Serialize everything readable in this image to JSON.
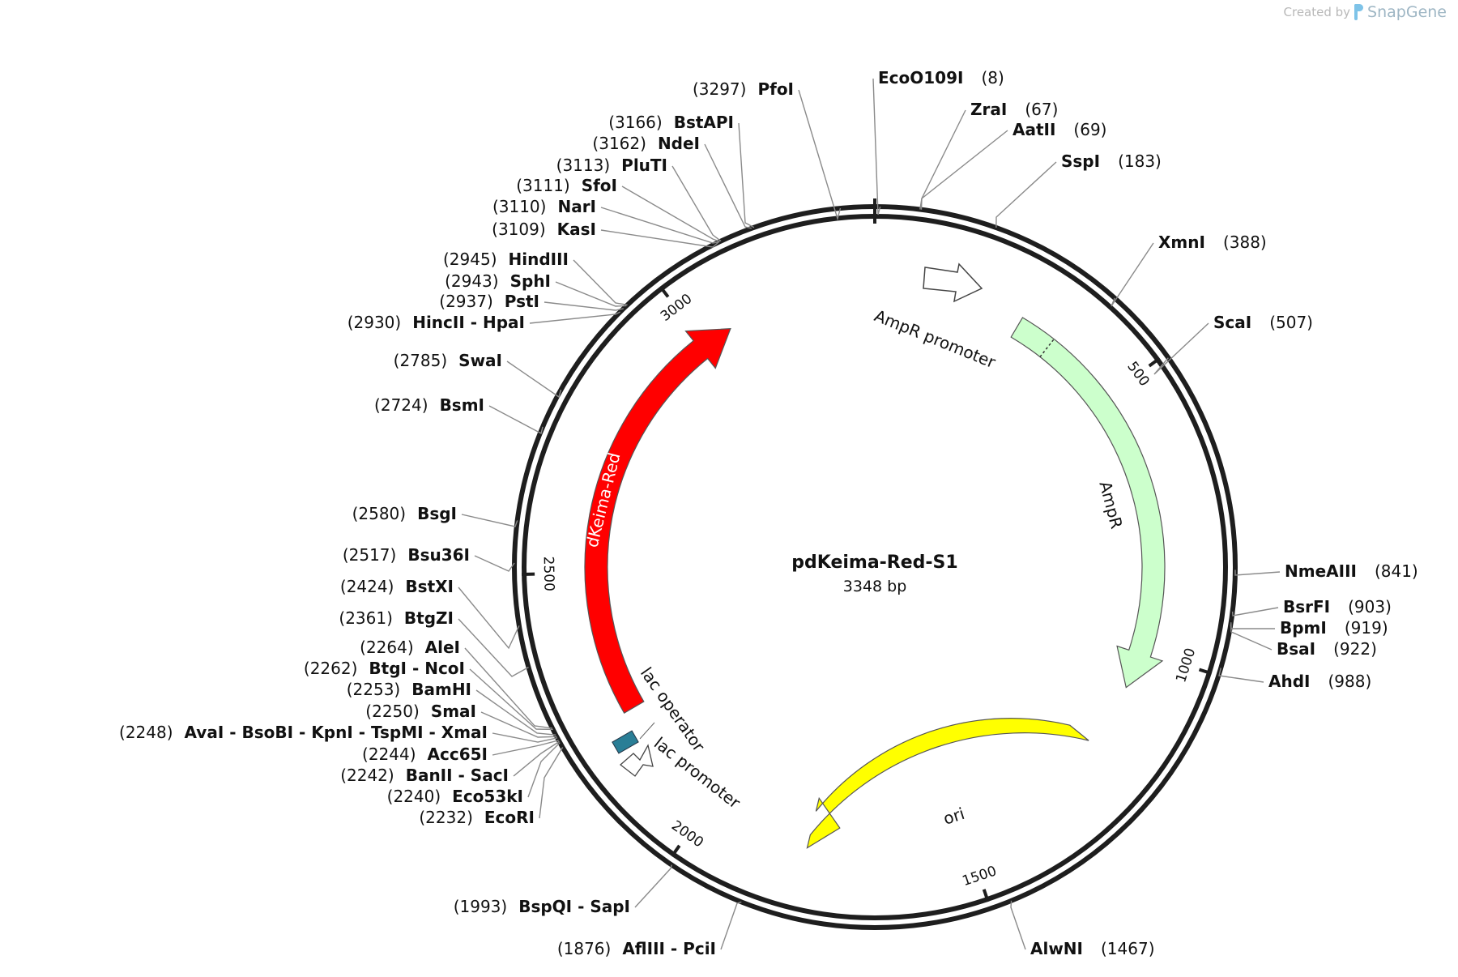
{
  "brand": {
    "created_by": "Created by",
    "app": "SnapGene"
  },
  "plasmid": {
    "name": "pdKeima-Red-S1",
    "length_label": "3348 bp",
    "length": 3348
  },
  "colors": {
    "backbone": "#1e1e1e",
    "ampr": "#ccffcc",
    "dkeima": "#ff0000",
    "ori": "#ffff00",
    "lac_operator": "#2a7e96",
    "leader": "#8a8a8a"
  },
  "ticks": [
    "500",
    "1000",
    "1500",
    "2000",
    "2500",
    "3000"
  ],
  "features": [
    {
      "name": "AmpR promoter",
      "color": "#ffffff",
      "kind": "promoter"
    },
    {
      "name": "AmpR",
      "color": "#ccffcc",
      "kind": "cds"
    },
    {
      "name": "ori",
      "color": "#ffff00",
      "kind": "rep_origin"
    },
    {
      "name": "lac promoter",
      "color": "#ffffff",
      "kind": "promoter"
    },
    {
      "name": "lac operator",
      "color": "#2a7e96",
      "kind": "protein_bind"
    },
    {
      "name": "dKeima-Red",
      "color": "#ff0000",
      "kind": "cds"
    }
  ],
  "sites": [
    {
      "pos": "(8)",
      "label": "EcoO109I",
      "side": "right"
    },
    {
      "pos": "(67)",
      "label": "ZraI",
      "side": "right"
    },
    {
      "pos": "(69)",
      "label": "AatII",
      "side": "right"
    },
    {
      "pos": "(183)",
      "label": "SspI",
      "side": "right"
    },
    {
      "pos": "(388)",
      "label": "XmnI",
      "side": "right"
    },
    {
      "pos": "(507)",
      "label": "ScaI",
      "side": "right"
    },
    {
      "pos": "(841)",
      "label": "NmeAIII",
      "side": "right"
    },
    {
      "pos": "(903)",
      "label": "BsrFI",
      "side": "right"
    },
    {
      "pos": "(919)",
      "label": "BpmI",
      "side": "right"
    },
    {
      "pos": "(922)",
      "label": "BsaI",
      "side": "right"
    },
    {
      "pos": "(988)",
      "label": "AhdI",
      "side": "right"
    },
    {
      "pos": "(1467)",
      "label": "AlwNI",
      "side": "right"
    },
    {
      "pos": "(1876)",
      "label": "AflIII   - PciI",
      "side": "left"
    },
    {
      "pos": "(1993)",
      "label": "BspQI   - SapI",
      "side": "left"
    },
    {
      "pos": "(2232)",
      "label": "EcoRI",
      "side": "left"
    },
    {
      "pos": "(2240)",
      "label": "Eco53kI",
      "side": "left"
    },
    {
      "pos": "(2242)",
      "label": "BanII   - SacI",
      "side": "left"
    },
    {
      "pos": "(2244)",
      "label": "Acc65I",
      "side": "left"
    },
    {
      "pos": "(2248)",
      "label": "AvaI   - BsoBI   - KpnI   - TspMI   - XmaI",
      "side": "left"
    },
    {
      "pos": "(2250)",
      "label": "SmaI",
      "side": "left"
    },
    {
      "pos": "(2253)",
      "label": "BamHI",
      "side": "left"
    },
    {
      "pos": "(2262)",
      "label": "BtgI   - NcoI",
      "side": "left"
    },
    {
      "pos": "(2264)",
      "label": "AleI",
      "side": "left"
    },
    {
      "pos": "(2361)",
      "label": "BtgZI",
      "side": "left"
    },
    {
      "pos": "(2424)",
      "label": "BstXI",
      "side": "left"
    },
    {
      "pos": "(2517)",
      "label": "Bsu36I",
      "side": "left"
    },
    {
      "pos": "(2580)",
      "label": "BsgI",
      "side": "left"
    },
    {
      "pos": "(2724)",
      "label": "BsmI",
      "side": "left"
    },
    {
      "pos": "(2785)",
      "label": "SwaI",
      "side": "left"
    },
    {
      "pos": "(2930)",
      "label": "HincII   - HpaI",
      "side": "left"
    },
    {
      "pos": "(2937)",
      "label": "PstI",
      "side": "left"
    },
    {
      "pos": "(2943)",
      "label": "SphI",
      "side": "left"
    },
    {
      "pos": "(2945)",
      "label": "HindIII",
      "side": "left"
    },
    {
      "pos": "(3109)",
      "label": "KasI",
      "side": "left"
    },
    {
      "pos": "(3110)",
      "label": "NarI",
      "side": "left"
    },
    {
      "pos": "(3111)",
      "label": "SfoI",
      "side": "left"
    },
    {
      "pos": "(3113)",
      "label": "PluTI",
      "side": "left"
    },
    {
      "pos": "(3162)",
      "label": "NdeI",
      "side": "left"
    },
    {
      "pos": "(3166)",
      "label": "BstAPI",
      "side": "left"
    },
    {
      "pos": "(3297)",
      "label": "PfoI",
      "side": "left"
    }
  ]
}
